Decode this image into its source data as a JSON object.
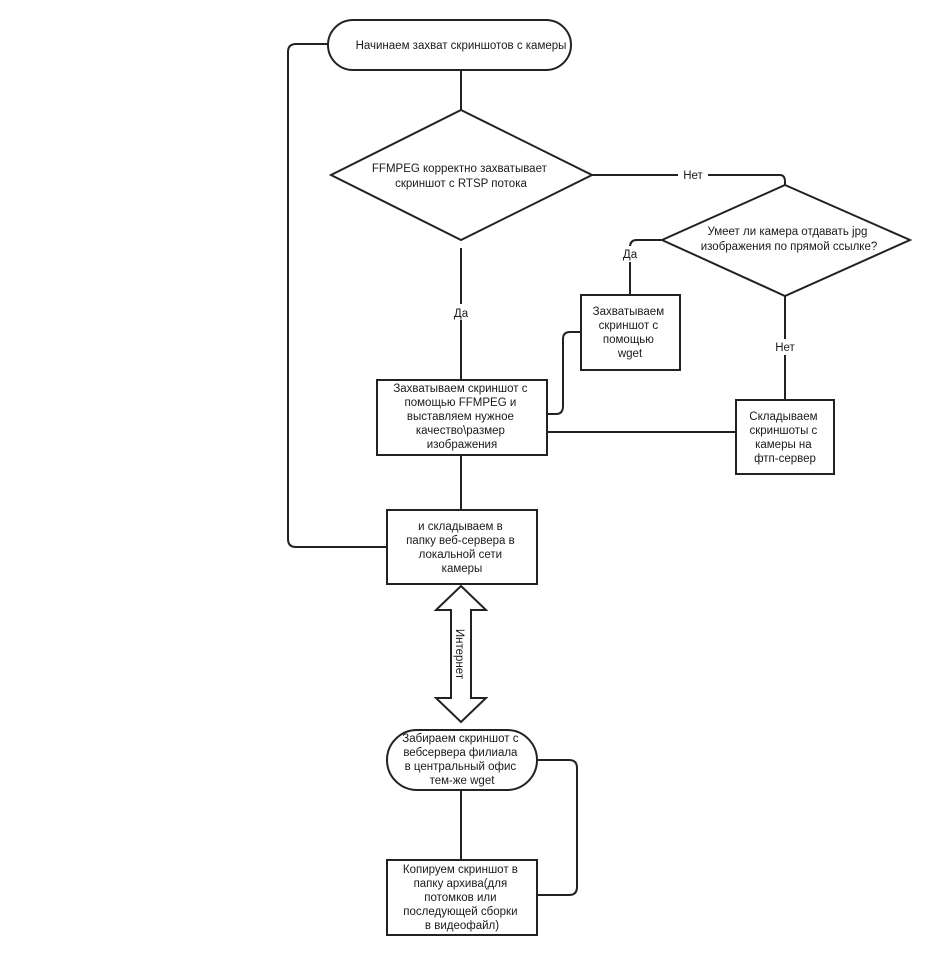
{
  "nodes": {
    "start": [
      "Начинаем захват скриншотов с камеры"
    ],
    "decision_ffmpeg": [
      "FFMPEG корректно захватывает",
      "скриншот с RTSP потока"
    ],
    "decision_jpg": [
      "Умеет ли камера отдавать jpg",
      "изображения по прямой ссылке?"
    ],
    "capture_wget": [
      "Захватываем",
      "скриншот с",
      "помощью",
      "wget"
    ],
    "capture_ffmpeg": [
      "Захватываем скриншот с",
      "помощью FFMPEG и",
      "выставляем нужное",
      "качество\\размер",
      "изображения"
    ],
    "ftp_store": [
      "Складываем",
      "скриншоты с",
      "камеры на",
      "фтп-сервер"
    ],
    "webserver_store": [
      "и складываем в",
      "папку веб-сервера в",
      "локальной сети",
      "камеры"
    ],
    "fetch_screenshot": [
      "Забираем скриншот с",
      "вебсервера филиала",
      "в центральный офис",
      "тем-же wget"
    ],
    "archive_copy": [
      "Копируем скриншот в",
      "папку архива(для",
      "потомков или",
      "последующей сборки",
      "в видеофайл)"
    ]
  },
  "edge_labels": {
    "no_1": "Нет",
    "yes_1": "Да",
    "yes_2": "Да",
    "no_2": "Нет",
    "internet": "Интернет"
  }
}
